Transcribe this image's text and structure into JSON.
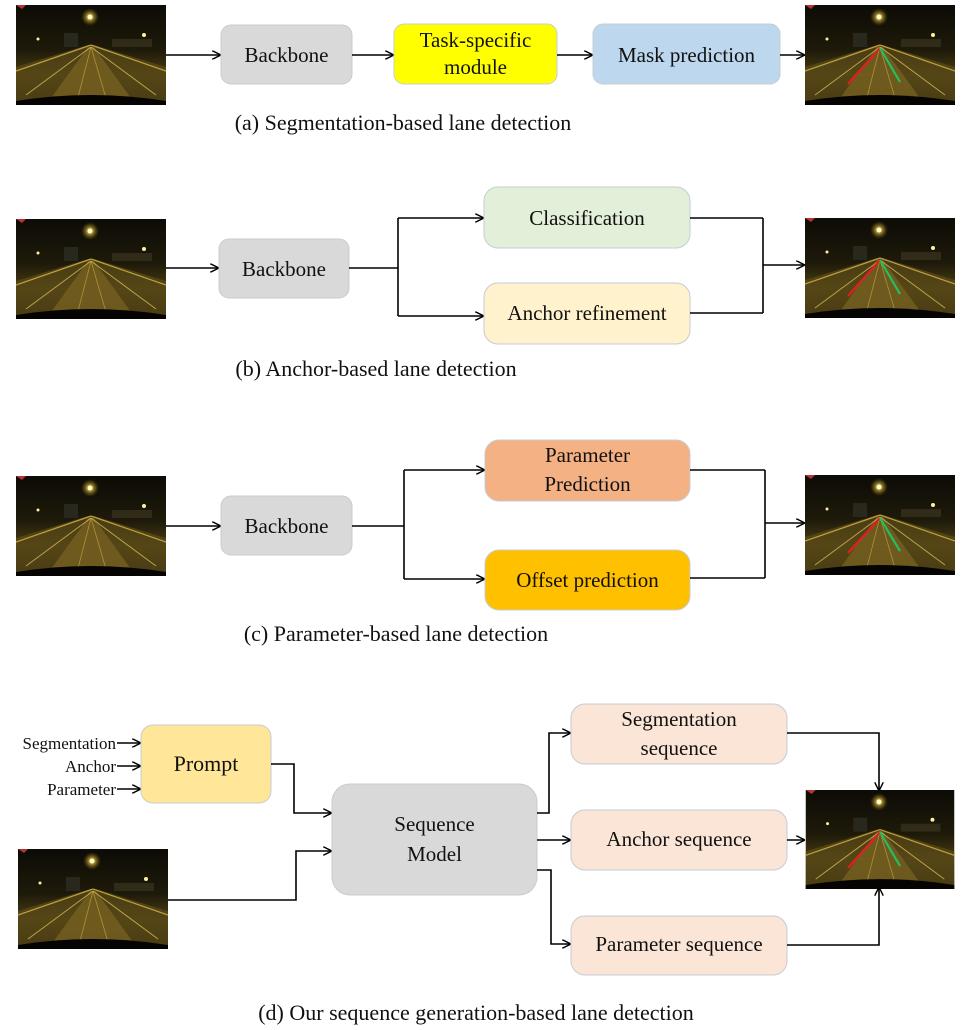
{
  "colors": {
    "backbone": "#d9d9d9",
    "task_module": "#ffff00",
    "mask_prediction": "#bdd7ee",
    "classification": "#e2efd9",
    "anchor_refinement": "#fff2cc",
    "parameter_prediction": "#f4b183",
    "offset_prediction": "#ffc000",
    "prompt": "#ffe699",
    "sequence_model": "#d9d9d9",
    "sequence_output": "#fbe5d6",
    "lane_red": "#e02020",
    "lane_green": "#20c060"
  },
  "panel_a": {
    "caption": "(a) Segmentation-based lane detection",
    "backbone": "Backbone",
    "task_module_line1": "Task-specific",
    "task_module_line2": "module",
    "mask_prediction": "Mask prediction"
  },
  "panel_b": {
    "caption": "(b) Anchor-based lane detection",
    "backbone": "Backbone",
    "classification": "Classification",
    "anchor_refinement": "Anchor refinement"
  },
  "panel_c": {
    "caption": "(c) Parameter-based lane detection",
    "backbone": "Backbone",
    "parameter_prediction_line1": "Parameter",
    "parameter_prediction_line2": "Prediction",
    "offset_prediction": "Offset prediction"
  },
  "panel_d": {
    "caption": "(d) Our sequence generation-based lane detection",
    "inputs": [
      "Segmentation",
      "Anchor",
      "Parameter"
    ],
    "prompt": "Prompt",
    "sequence_model_line1": "Sequence",
    "sequence_model_line2": "Model",
    "segmentation_sequence_line1": "Segmentation",
    "segmentation_sequence_line2": "sequence",
    "anchor_sequence": "Anchor sequence",
    "parameter_sequence": "Parameter sequence"
  }
}
